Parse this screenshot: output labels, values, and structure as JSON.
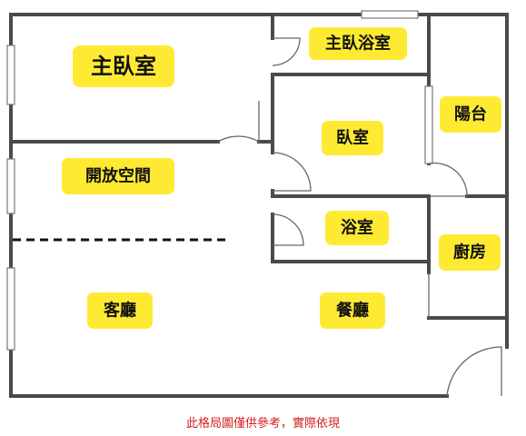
{
  "rooms": {
    "master_bedroom": "主臥室",
    "master_bath": "主臥浴室",
    "bedroom": "臥室",
    "balcony": "陽台",
    "open_space": "開放空間",
    "bathroom": "浴室",
    "kitchen": "廚房",
    "living_room": "客廳",
    "dining_room": "餐廳"
  },
  "note": "此格局圖僅供參考，實際依現",
  "colors": {
    "label_fill": "#ffea33",
    "wall": "#4a4a4a",
    "note": "#d62020"
  }
}
